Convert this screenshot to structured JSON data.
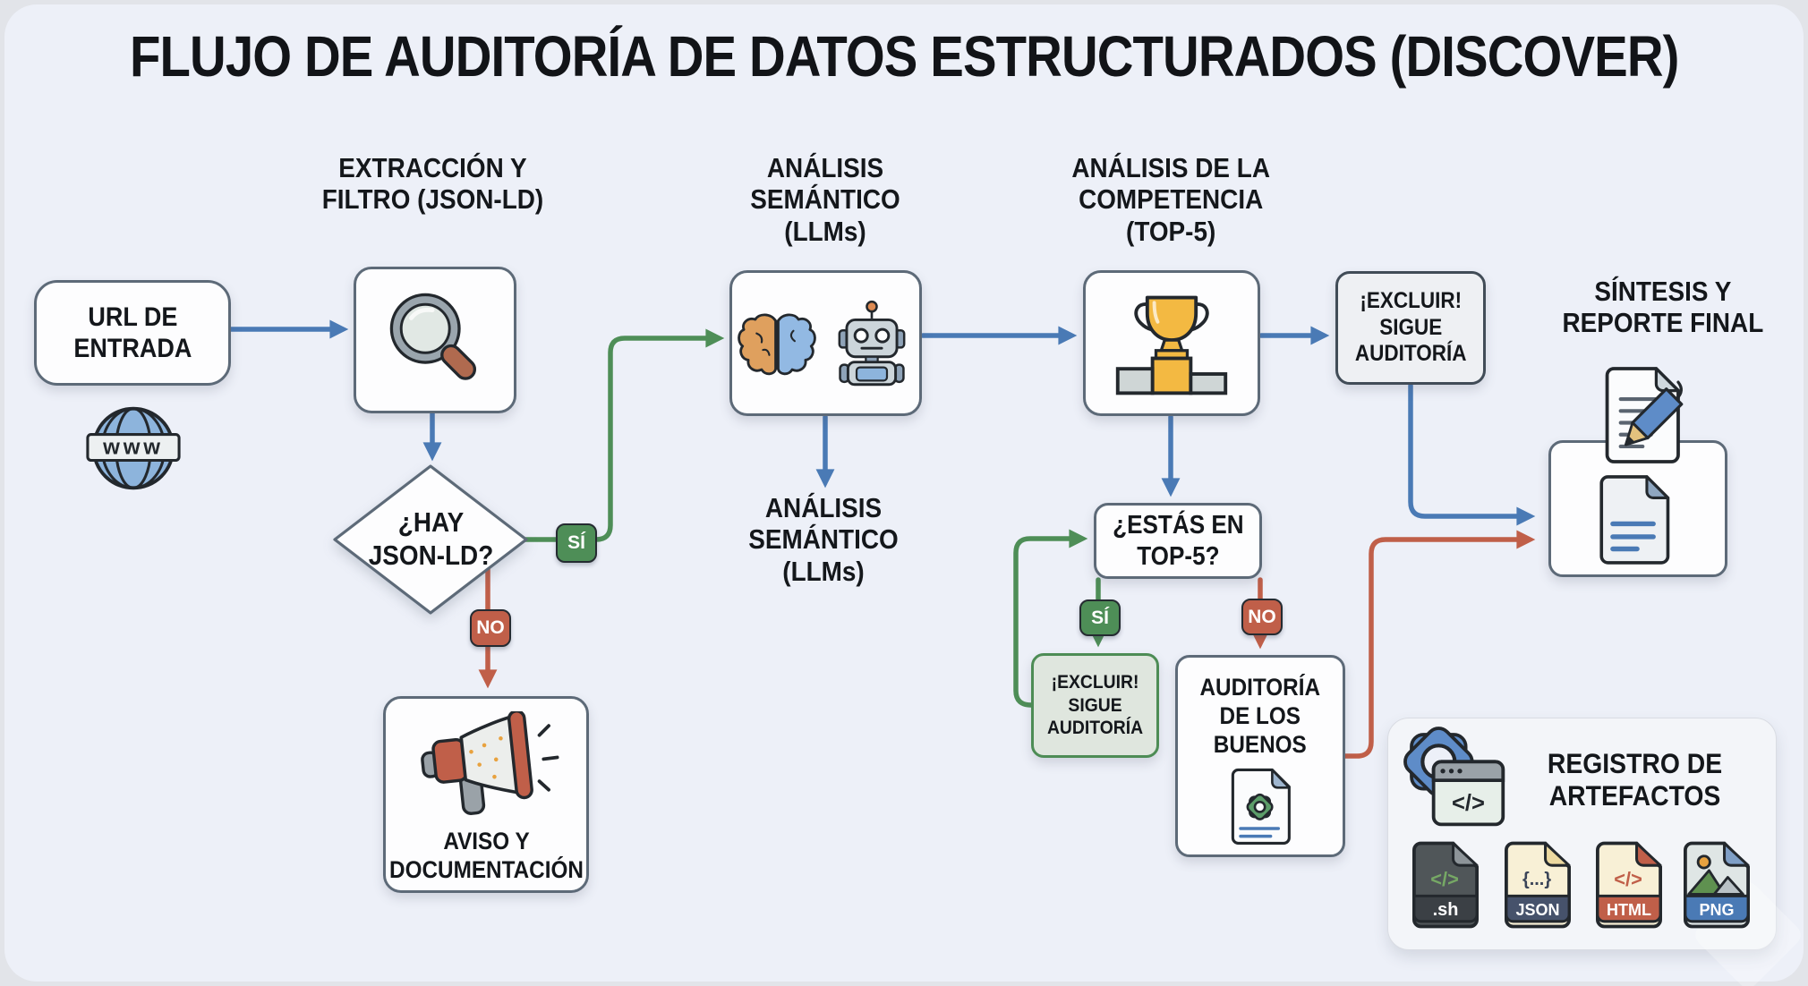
{
  "title": "FLUJO DE AUDITORÍA DE DATOS ESTRUCTURADOS (DISCOVER)",
  "colors": {
    "blue": "#4a7ab5",
    "green": "#4e8e57",
    "red": "#c05f49"
  },
  "nodes": {
    "url_entrada": {
      "label": "URL DE\nENTRADA"
    },
    "extraccion": {
      "label": "EXTRACCIÓN Y\nFILTRO (JSON-LD)"
    },
    "hay_jsonld": {
      "label": "¿HAY\nJSON-LD?"
    },
    "aviso": {
      "label": "AVISO Y\nDOCUMENTACIÓN"
    },
    "analisis_semantico": {
      "label": "ANÁLISIS\nSEMÁNTICO\n(LLMs)"
    },
    "analisis_semantico_salida": {
      "label": "ANÁLISIS\nSEMÁNTICO\n(LLMs)"
    },
    "competencia": {
      "label": "ANÁLISIS DE LA\nCOMPETENCIA\n(TOP-5)"
    },
    "excluir_sigue_1": {
      "label": "¡EXCLUIR!\nSIGUE\nAUDITORÍA"
    },
    "estas_top5": {
      "label": "¿ESTÁS EN\nTOP-5?"
    },
    "excluir_sigue_2": {
      "label": "¡EXCLUIR!\nSIGUE\nAUDITORÍA"
    },
    "auditoria_buenos": {
      "label": "AUDITORÍA\nDE LOS\nBUENOS"
    },
    "sintesis": {
      "label": "SÍNTESIS Y\nREPORTE FINAL"
    },
    "registro": {
      "label": "REGISTRO DE\nARTEFACTOS"
    }
  },
  "badges": {
    "si": "SÍ",
    "no": "NO"
  },
  "icons": {
    "globe_text": "www",
    "browser_code_glyph": "</>",
    "file_sh": {
      "glyph": "</>",
      "label": ".sh"
    },
    "file_json": {
      "glyph": "{...}",
      "label": "JSON"
    },
    "file_html": {
      "glyph": "</>",
      "label": "HTML"
    },
    "file_png": {
      "label": "PNG"
    }
  }
}
